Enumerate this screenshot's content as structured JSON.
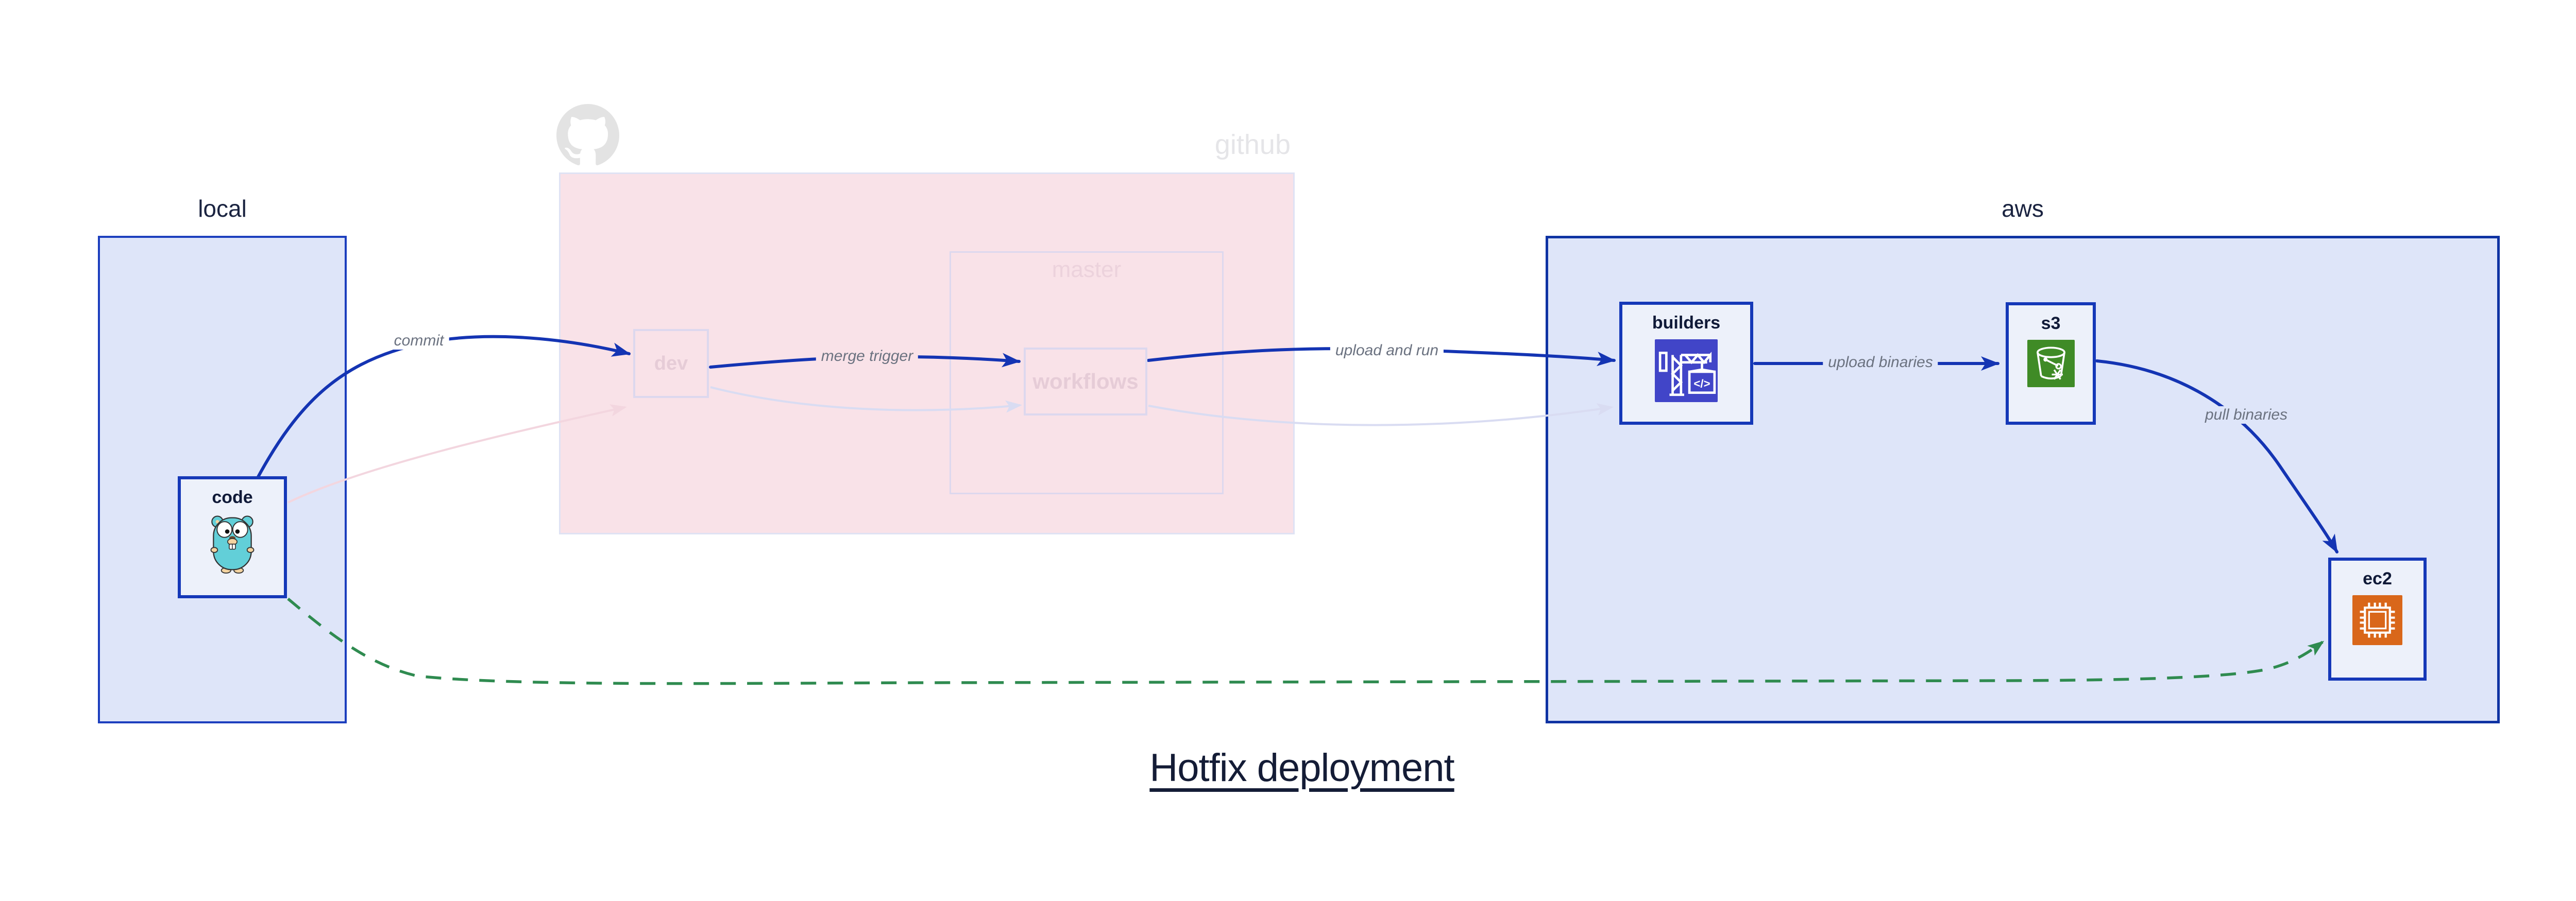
{
  "title": "Hotfix deployment",
  "groups": {
    "local": {
      "label": "local"
    },
    "github": {
      "label": "github",
      "master": {
        "label": "master"
      }
    },
    "aws": {
      "label": "aws"
    }
  },
  "nodes": {
    "code": {
      "label": "code",
      "icon": "go-gopher-icon"
    },
    "dev": {
      "label": "dev"
    },
    "workflows": {
      "label": "workflows"
    },
    "builders": {
      "label": "builders",
      "icon": "codebuild-crane-icon"
    },
    "s3": {
      "label": "s3",
      "icon": "s3-bucket-icon"
    },
    "ec2": {
      "label": "ec2",
      "icon": "ec2-chip-icon"
    }
  },
  "edges": {
    "commit": {
      "label": "commit",
      "style": "solid",
      "color": "#1434b3"
    },
    "merge_trigger": {
      "label": "merge trigger",
      "style": "solid",
      "color": "#1434b3"
    },
    "upload_and_run": {
      "label": "upload and run",
      "style": "solid",
      "color": "#1434b3"
    },
    "upload_binaries": {
      "label": "upload binaries",
      "style": "solid",
      "color": "#1434b3"
    },
    "pull_binaries": {
      "label": "pull binaries",
      "style": "solid",
      "color": "#1434b3"
    },
    "code_to_dev_faded": {
      "label": "",
      "style": "solid",
      "color": "#f3d6df"
    },
    "dev_to_workflows_faded": {
      "label": "",
      "style": "solid",
      "color": "#d9dcf2"
    },
    "workflows_to_builders_faded": {
      "label": "",
      "style": "solid",
      "color": "#d9dcf2"
    },
    "hotfix_code_to_ec2": {
      "label": "",
      "style": "dashed",
      "color": "#2f8b50"
    }
  },
  "icons": {
    "octocat": "octocat-icon",
    "codebuild_glyph": "</>"
  },
  "colors": {
    "arrow_blue": "#1434b3",
    "hotfix_green": "#2f8b50",
    "faded_pink_arrow": "#f3d6df",
    "faded_lavender_arrow": "#d9dcf2",
    "group_fill_blue": "#dee5f9",
    "group_fill_pink": "#f9e2e8",
    "node_fill": "#edf1fa",
    "node_border": "#1538b8",
    "faded_gray": "#e5e5e8",
    "codebuild_indigo": "#4145c8",
    "s3_green": "#3f8b26",
    "ec2_orange": "#d9671a"
  }
}
